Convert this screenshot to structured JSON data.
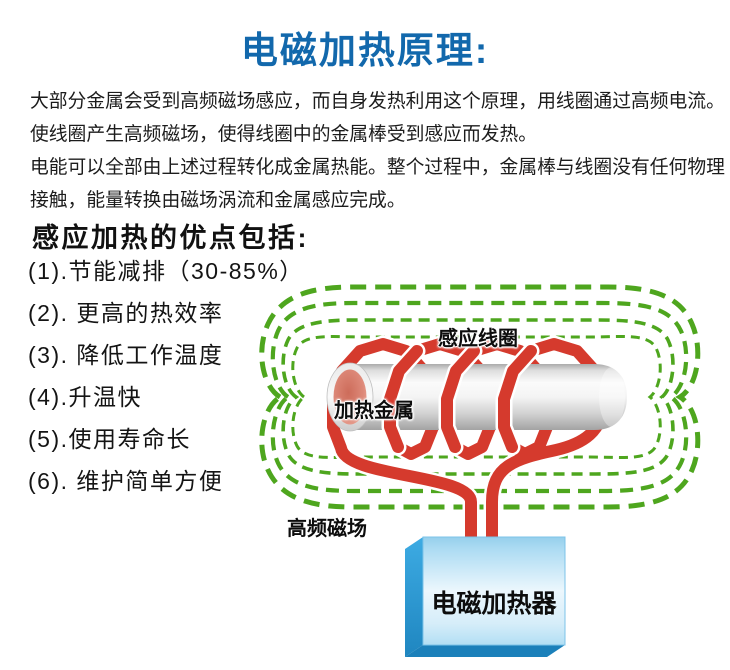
{
  "page": {
    "title": "电磁加热原理:"
  },
  "intro": {
    "p1": "大部分金属会受到高频磁场感应，而自身发热利用这个原理，用线圈通过高频电流。使线圈产生高频磁场，使得线圈中的金属棒受到感应而发热。",
    "p2": "电能可以全部由上述过程转化成金属热能。整个过程中，金属棒与线圈没有任何物理接触，能量转换由磁场涡流和金属感应完成。"
  },
  "advantages": {
    "heading": "感应加热的优点包括:",
    "items": [
      "(1).节能减排（30-85%）",
      "(2). 更高的热效率",
      "(3). 降低工作温度",
      "(4).升温快",
      "(5).使用寿命长",
      "(6). 维护简单方便"
    ]
  },
  "diagram": {
    "labels": {
      "coil": "感应线圈",
      "metal": "加热金属",
      "field": "高频磁场",
      "heater": "电磁加热器"
    },
    "colors": {
      "title_blue": "#1268ac",
      "field_green": "#4ea61e",
      "coil_red": "#d53a2d",
      "heater_blue": "#2ea3df"
    }
  }
}
